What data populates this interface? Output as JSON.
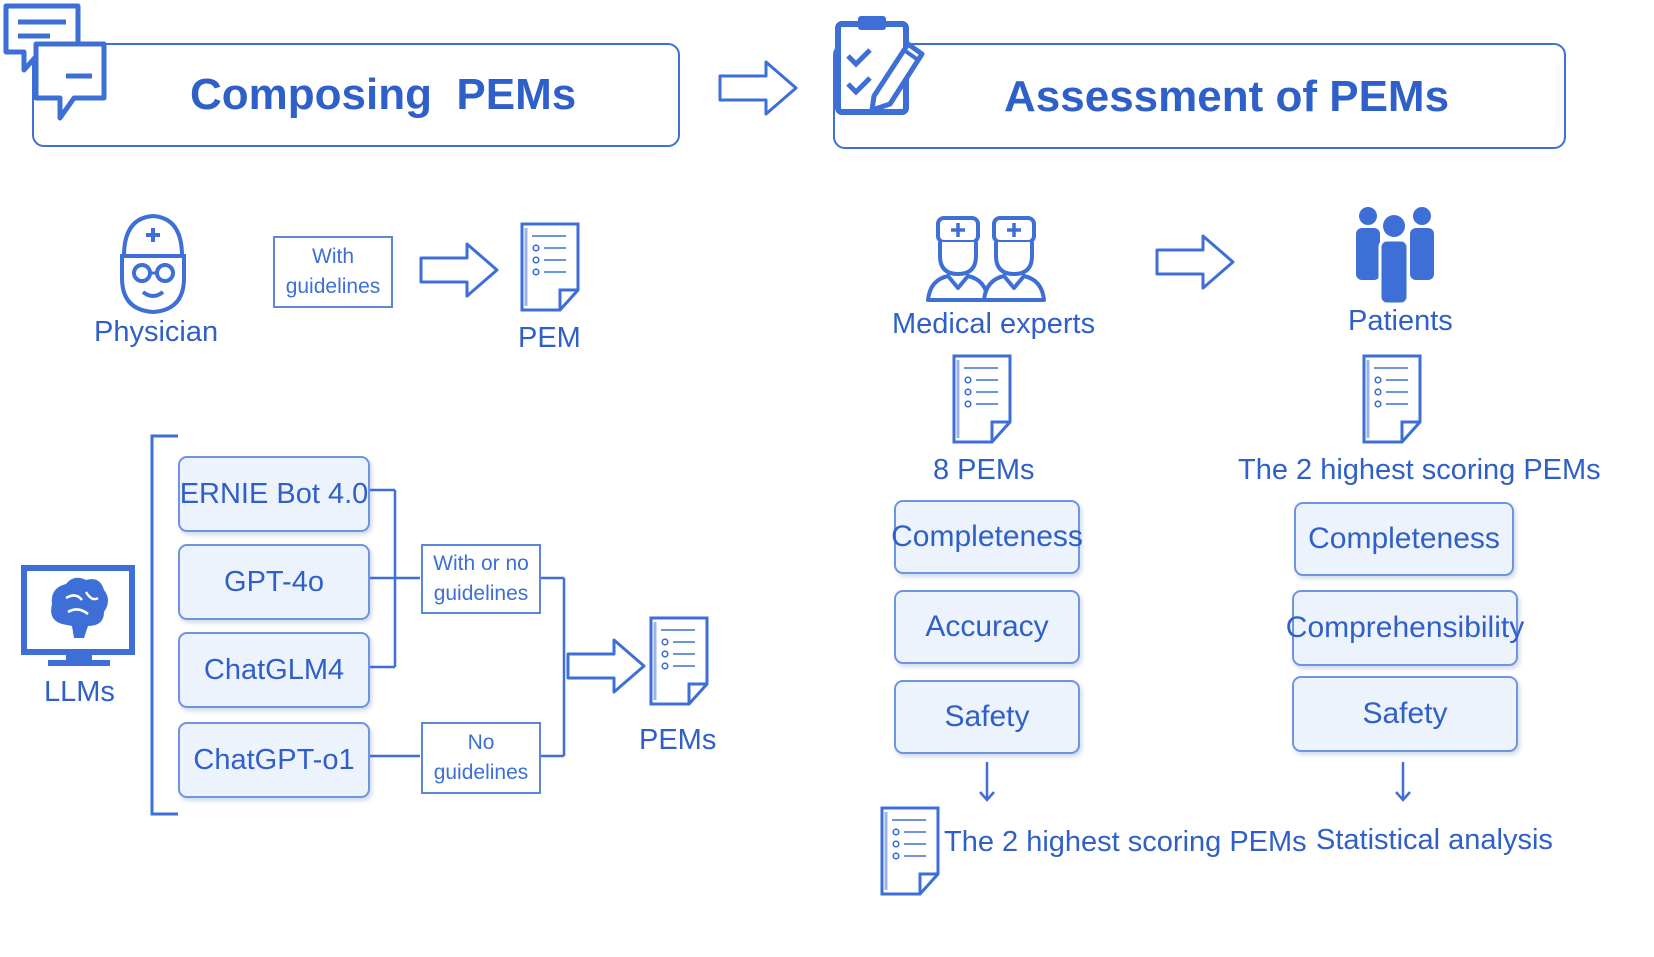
{
  "composing": {
    "title": "Composing  PEMs"
  },
  "assessment": {
    "title": "Assessment of PEMs"
  },
  "physician": {
    "label": "Physician",
    "guideline_box": [
      "With",
      "guidelines"
    ],
    "output_label": "PEM"
  },
  "llms": {
    "label": "LLMs",
    "models": [
      "ERNIE Bot 4.0",
      "GPT-4o",
      "ChatGLM4",
      "ChatGPT-o1"
    ],
    "with_or_no_box": [
      "With or no",
      "guidelines"
    ],
    "no_box": [
      "No",
      "guidelines"
    ],
    "output_label": "PEMs"
  },
  "experts": {
    "label": "Medical experts",
    "doc_label": "8 PEMs",
    "criteria": [
      "Completeness",
      "Accuracy",
      "Safety"
    ],
    "result_label": "The 2 highest scoring PEMs"
  },
  "patients": {
    "label": "Patients",
    "doc_label": "The 2 highest scoring PEMs",
    "criteria": [
      "Completeness",
      "Comprehensibility",
      "Safety"
    ],
    "result_label": "Statistical analysis"
  },
  "colors": {
    "primary": "#2f5fc8",
    "line": "#3d6fd6",
    "box_fill": "#edf3fd"
  },
  "icons": [
    "chat-bubbles-icon",
    "clipboard-pen-icon",
    "physician-icon",
    "doctors-icon",
    "patients-icon",
    "monitor-brain-icon",
    "document-icon",
    "arrow-right-icon"
  ]
}
